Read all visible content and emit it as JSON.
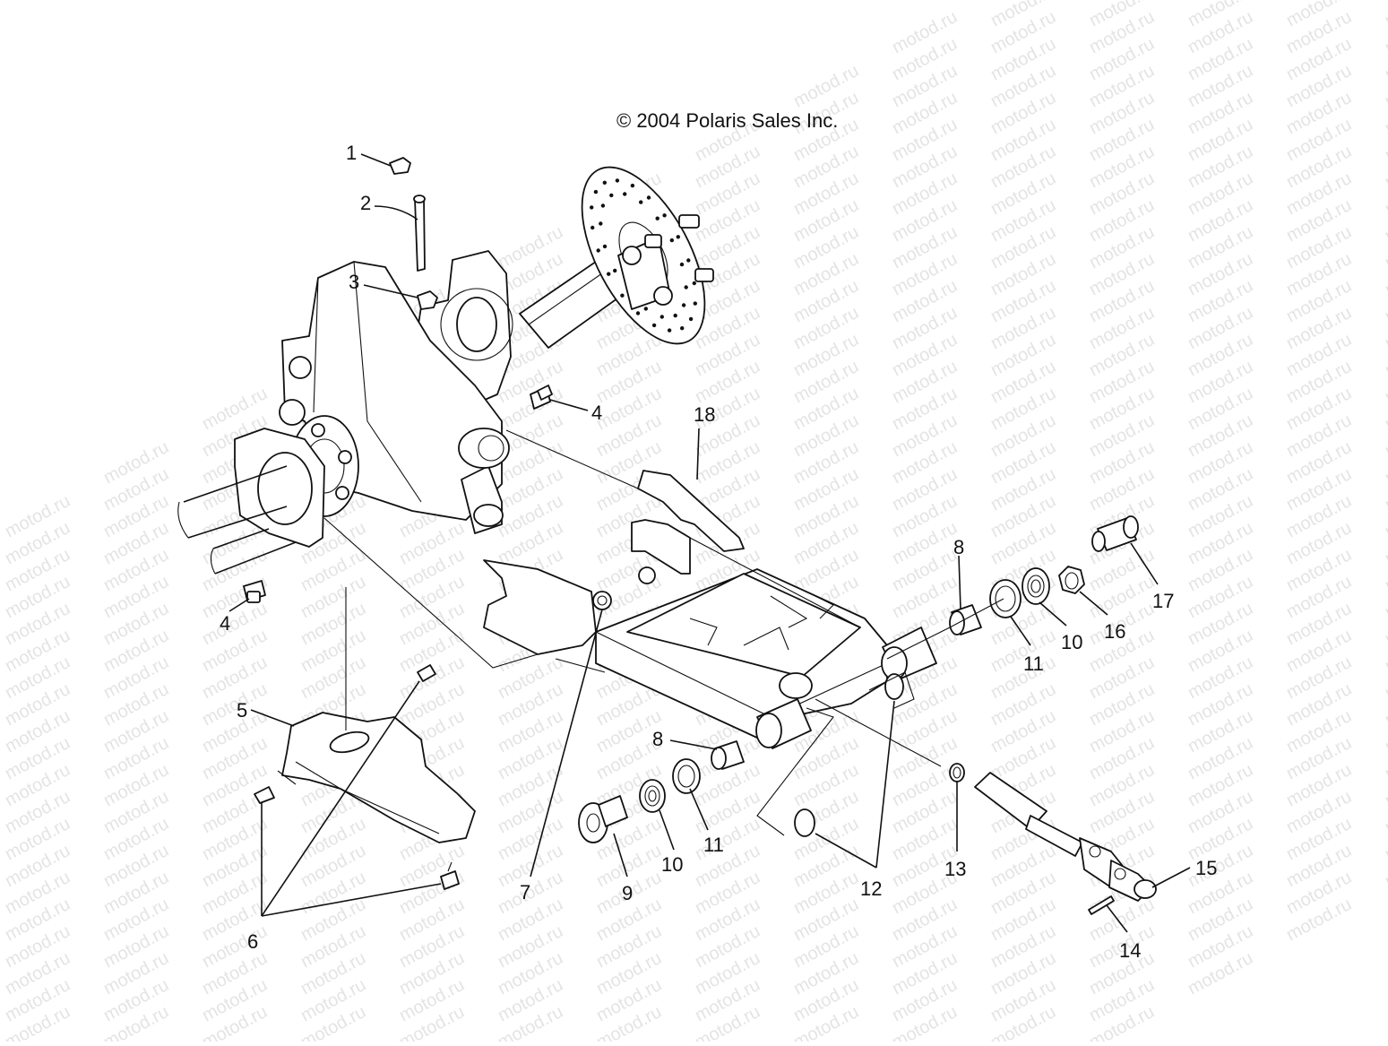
{
  "watermark": {
    "text": "motod.ru"
  },
  "copyright": "© 2004 Polaris Sales Inc.",
  "callouts": {
    "n1": "1",
    "n2": "2",
    "n3": "3",
    "n4a": "4",
    "n4b": "4",
    "n5": "5",
    "n6": "6",
    "n7": "7",
    "n8a": "8",
    "n8b": "8",
    "n9": "9",
    "n10a": "10",
    "n10b": "10",
    "n11a": "11",
    "n11b": "11",
    "n12": "12",
    "n13": "13",
    "n14": "14",
    "n15": "15",
    "n16": "16",
    "n17": "17",
    "n18": "18"
  }
}
